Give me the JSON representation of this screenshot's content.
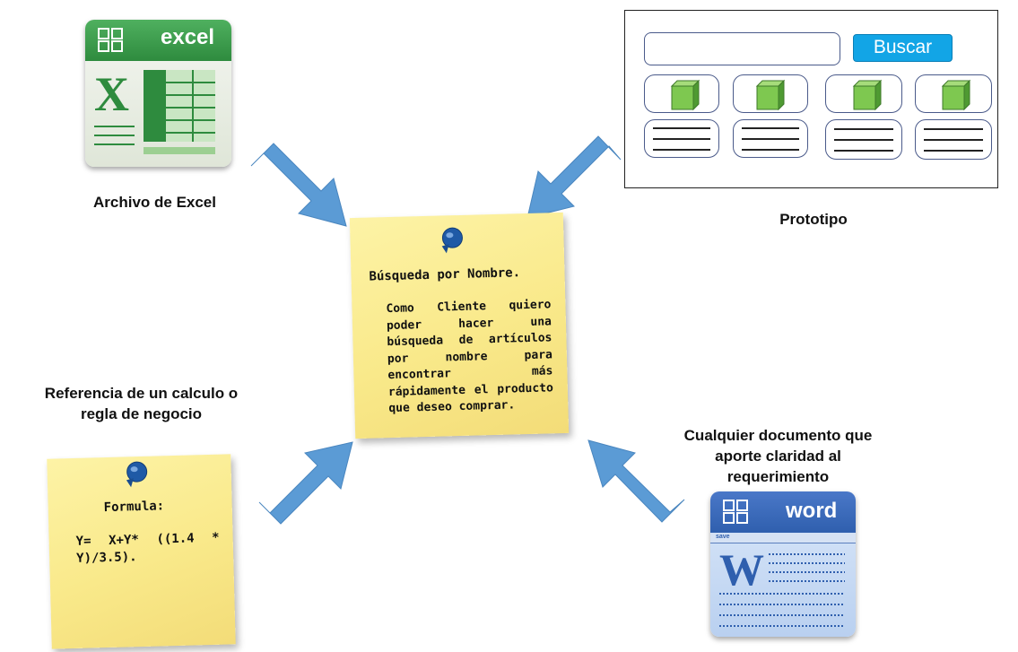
{
  "captions": {
    "excel": "Archivo de Excel",
    "prototype": "Prototipo",
    "reference_line1": "Referencia de un calculo o",
    "reference_line2": "regla de negocio",
    "word_line1": "Cualquier documento que",
    "word_line2": "aporte claridad al",
    "word_line3": "requerimiento"
  },
  "story_note": {
    "title": "Búsqueda por Nombre.",
    "body": "Como Cliente quiero poder hacer una búsqueda de artículos por nombre para encontrar más rápidamente el producto que deseo comprar."
  },
  "formula_note": {
    "title": "Formula:",
    "body": "Y= X+Y* ((1.4 * Y)/3.5)."
  },
  "prototype": {
    "search_button": "Buscar",
    "search_value": "",
    "product_cards": 4
  },
  "excel_icon": {
    "label": "excel",
    "letter": "X"
  },
  "word_icon": {
    "label": "word",
    "letter": "W",
    "toolbar_label": "save"
  },
  "colors": {
    "arrow": "#5b9bd5",
    "note_yellow": "#f9e98a",
    "excel_green": "#2e8b3e",
    "word_blue": "#2f5fae",
    "button_blue": "#12a5e6",
    "cube_green": "#7ec850"
  }
}
